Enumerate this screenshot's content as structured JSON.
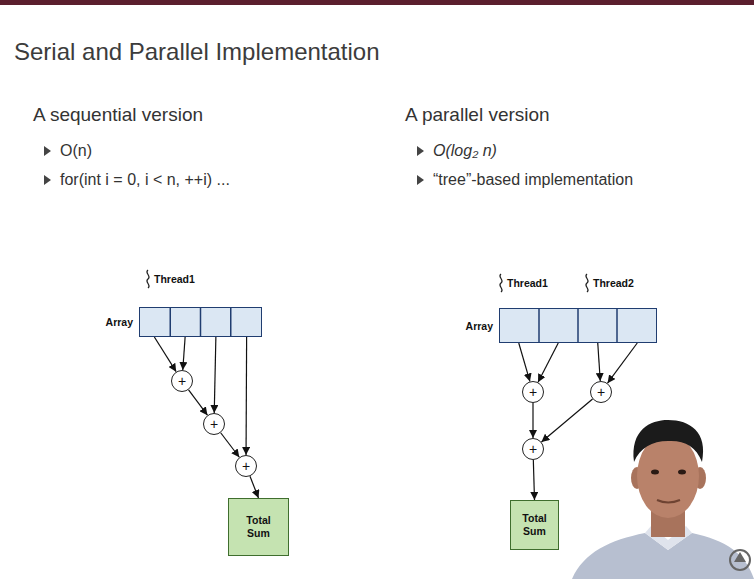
{
  "diagram": {
    "title": "Serial and Parallel Implementation",
    "nodes": [
      {
        "text": [
          "Array"
        ]
      },
      {
        "text": [
          "+"
        ]
      },
      {
        "text": [
          "+"
        ]
      },
      {
        "text": [
          "+"
        ]
      },
      {
        "text": [
          "Total Sum"
        ]
      },
      {
        "text": [
          "Array"
        ]
      },
      {
        "text": [
          "+"
        ]
      },
      {
        "text": [
          "+"
        ]
      },
      {
        "text": [
          "+"
        ]
      },
      {
        "text": [
          "Total Sum"
        ]
      }
    ],
    "edges": [
      {
        "from": 0,
        "to": 1,
        "arrow": "to"
      },
      {
        "from": 0,
        "to": 1,
        "arrow": "to"
      },
      {
        "from": 1,
        "to": 2,
        "arrow": "to"
      },
      {
        "from": 0,
        "to": 2,
        "arrow": "to"
      },
      {
        "from": 2,
        "to": 3,
        "arrow": "to"
      },
      {
        "from": 0,
        "to": 3,
        "arrow": "to"
      },
      {
        "from": 3,
        "to": 4,
        "arrow": "to"
      },
      {
        "from": 5,
        "to": 6,
        "arrow": "to"
      },
      {
        "from": 5,
        "to": 6,
        "arrow": "to"
      },
      {
        "from": 5,
        "to": 7,
        "arrow": "to"
      },
      {
        "from": 5,
        "to": 7,
        "arrow": "to"
      },
      {
        "from": 6,
        "to": 8,
        "arrow": "to"
      },
      {
        "from": 7,
        "to": 8,
        "arrow": "to"
      },
      {
        "from": 8,
        "to": 9,
        "arrow": "to"
      }
    ],
    "labels": [
      "A sequential version",
      "O(n)",
      "for(int i = 0, i < n, ++i) ...",
      "A parallel version",
      "O(log₂ n)",
      "“tree”-based implementation",
      "Thread1",
      "Thread1",
      "Thread2"
    ]
  }
}
